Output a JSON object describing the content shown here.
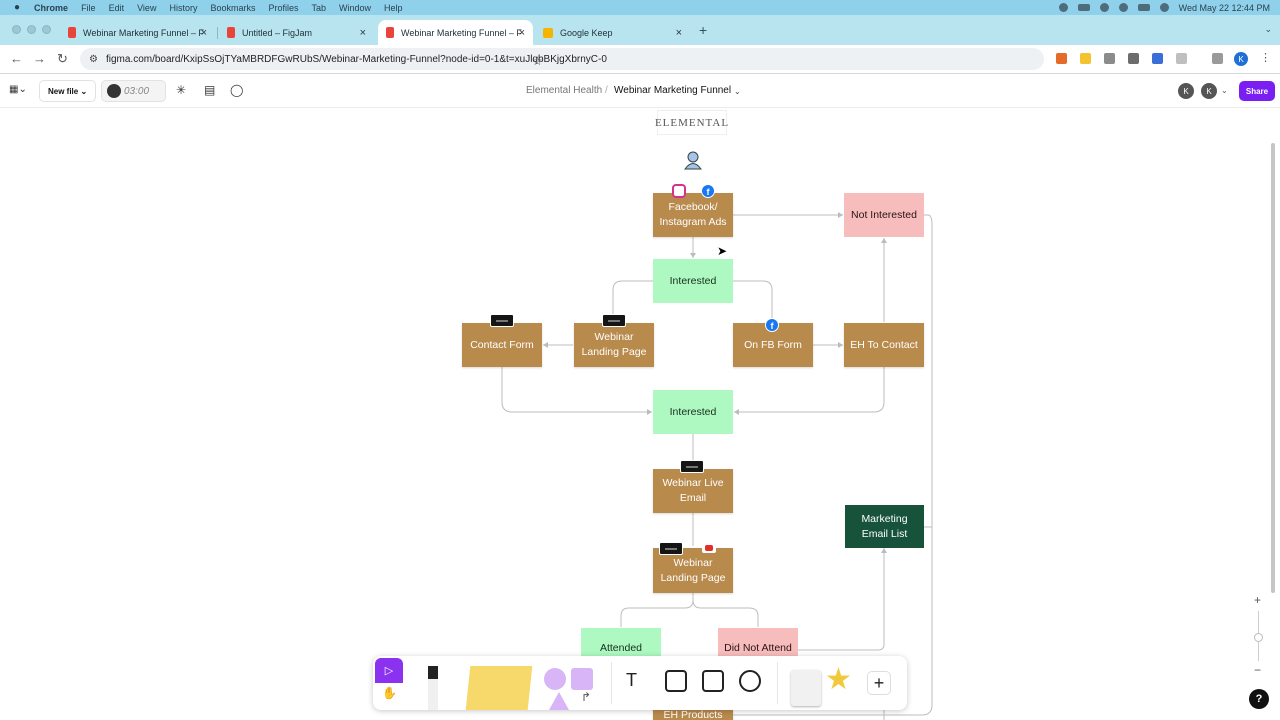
{
  "menubar": {
    "app": "Chrome",
    "items": [
      "File",
      "Edit",
      "View",
      "History",
      "Bookmarks",
      "Profiles",
      "Tab",
      "Window",
      "Help"
    ],
    "datetime": "Wed May 22  12:44 PM"
  },
  "tabs": [
    {
      "label": "Webinar Marketing Funnel – F",
      "active": false
    },
    {
      "label": "Untitled – FigJam",
      "active": false
    },
    {
      "label": "Webinar Marketing Funnel – F",
      "active": true
    },
    {
      "label": "Google Keep",
      "active": false
    }
  ],
  "address": {
    "url": "figma.com/board/KxipSsOjTYaMBRDFGwRUbS/Webinar-Marketing-Funnel?node-id=0-1&t=xuJlqbBKjgXbrnyC-0"
  },
  "profile_initial": "K",
  "figma": {
    "new_file": "New file",
    "timer": "03:00",
    "breadcrumb_team": "Elemental Health",
    "breadcrumb_sep": "/",
    "file_name": "Webinar Marketing Funnel",
    "avatars": [
      "K",
      "K"
    ],
    "share": "Share"
  },
  "canvas": {
    "logo_text": "ELEMENTAL",
    "nodes": {
      "ads": "Facebook/ Instagram Ads",
      "not_interested": "Not Interested",
      "interested_1": "Interested",
      "contact_form": "Contact Form",
      "webinar_landing_1": "Webinar Landing Page",
      "fb_form": "On FB Form",
      "eh_contact": "EH To Contact",
      "interested_2": "Interested",
      "webinar_live_email": "Webinar Live Email",
      "marketing_list": "Marketing Email List",
      "webinar_landing_2": "Webinar Landing Page",
      "attended": "Attended",
      "did_not_attend": "Did Not Attend",
      "eh_products": "EH Products"
    }
  },
  "colors": {
    "brown": "#b88a4c",
    "green": "#aef8c1",
    "pink": "#f7bcbc",
    "dark_green": "#17523a",
    "share": "#7a1ef2"
  },
  "zoom": {
    "plus": "+",
    "minus": "−"
  },
  "help": "?"
}
